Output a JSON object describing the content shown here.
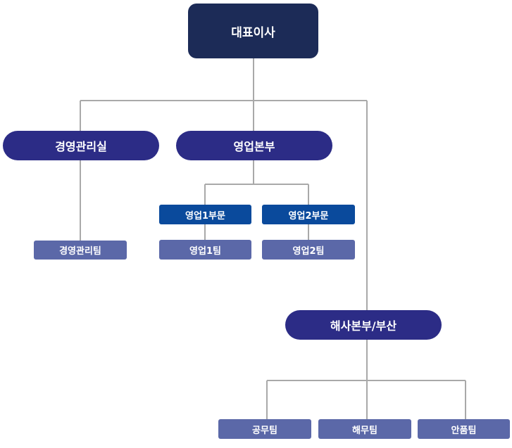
{
  "org": {
    "ceo": "대표이사",
    "management": {
      "office": "경영관리실",
      "team": "경영관리팀"
    },
    "sales": {
      "division": "영업본부",
      "sub1": "영업1부문",
      "team1": "영업1팀",
      "sub2": "영업2부문",
      "team2": "영업2팀"
    },
    "marine": {
      "division": "해사본부/부산",
      "teams": [
        "공무팀",
        "해무팀",
        "안품팀"
      ]
    }
  },
  "colors": {
    "ceo": "#1c2b57",
    "division": "#2c2c86",
    "sub_division": "#0a4a9c",
    "team": "#5b68a8",
    "connector": "#a9a9a9"
  }
}
